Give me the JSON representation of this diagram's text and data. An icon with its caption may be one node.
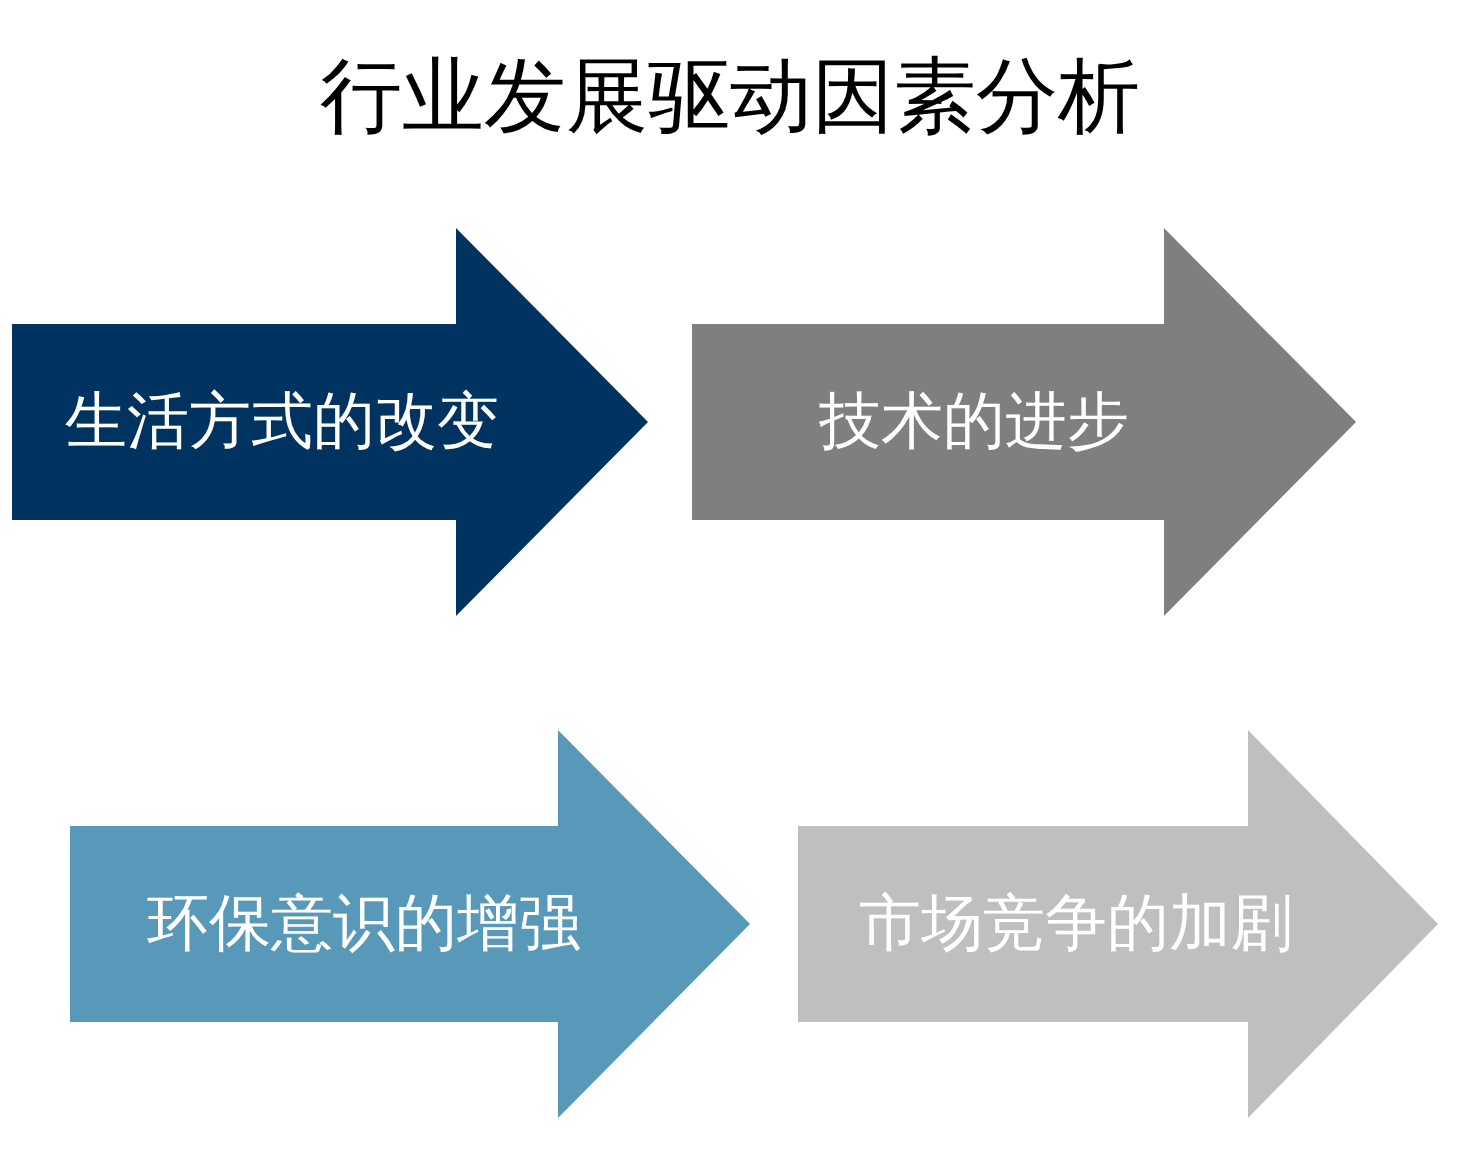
{
  "diagram": {
    "title": "行业发展驱动因素分析",
    "nodes": [
      {
        "text": [
          "生活方式的改变"
        ]
      },
      {
        "text": [
          "技术的进步"
        ]
      },
      {
        "text": [
          "环保意识的增强"
        ]
      },
      {
        "text": [
          "市场竞争的加剧"
        ]
      }
    ]
  }
}
